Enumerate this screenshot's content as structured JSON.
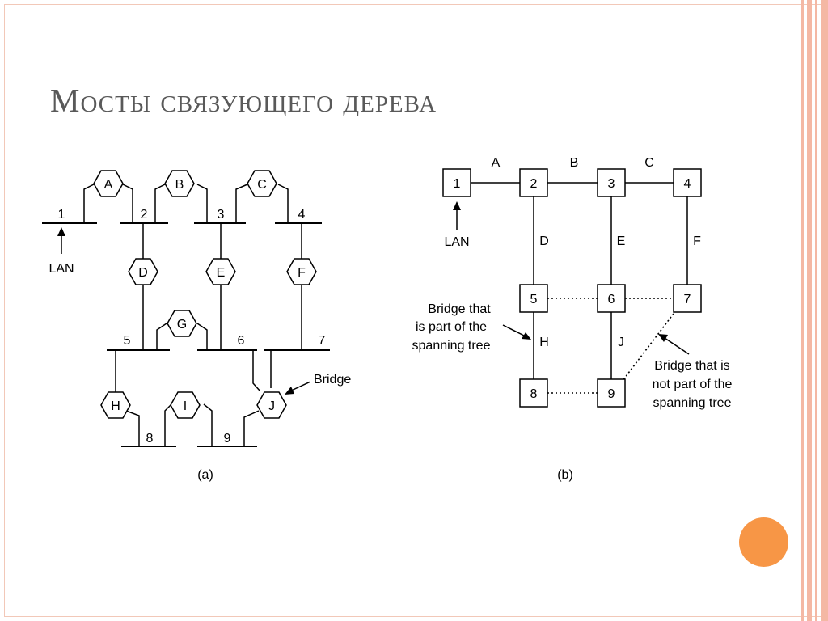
{
  "slide": {
    "title": "Мосты связующего дерева",
    "accent_color": "#f79646",
    "stripe_color": "#f4b8a4"
  },
  "diagram_a": {
    "caption": "(a)",
    "lan_label": "LAN",
    "bridge_label": "Bridge",
    "lans": [
      "1",
      "2",
      "3",
      "4",
      "5",
      "6",
      "7",
      "8",
      "9"
    ],
    "bridges": [
      "A",
      "B",
      "C",
      "D",
      "E",
      "F",
      "G",
      "H",
      "I",
      "J"
    ]
  },
  "diagram_b": {
    "caption": "(b)",
    "lan_label": "LAN",
    "nodes": [
      "1",
      "2",
      "3",
      "4",
      "5",
      "6",
      "7",
      "8",
      "9"
    ],
    "edge_labels": [
      "A",
      "B",
      "C",
      "D",
      "E",
      "F",
      "H",
      "J"
    ],
    "annotation_in_tree": [
      "Bridge that",
      "is part of the",
      "spanning  tree"
    ],
    "annotation_not_in_tree": [
      "Bridge that is",
      "not part of the",
      "spanning tree"
    ]
  }
}
